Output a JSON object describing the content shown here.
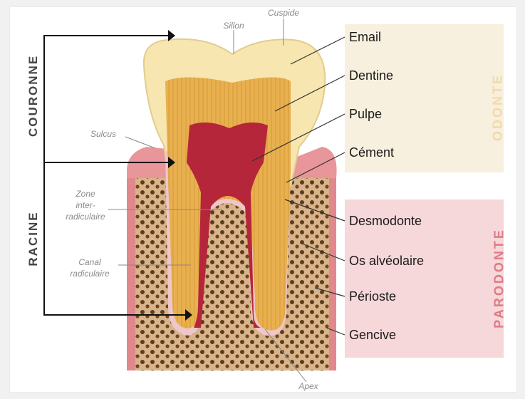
{
  "sections": {
    "couronne": "COURONNE",
    "racine": "RACINE"
  },
  "groups": {
    "odonte": "ODONTE",
    "parodonte": "PARODONTE"
  },
  "labels": {
    "email": "Email",
    "dentine": "Dentine",
    "pulpe": "Pulpe",
    "cement": "Cément",
    "desmodonte": "Desmodonte",
    "os_alveolaire": "Os alvéolaire",
    "perioste": "Périoste",
    "gencive": "Gencive"
  },
  "small_labels": {
    "sillon": "Sillon",
    "cuspide": "Cuspide",
    "sulcus": "Sulcus",
    "zone_line1": "Zone",
    "zone_line2": "inter-",
    "zone_line3": "radiculaire",
    "canal_line1": "Canal",
    "canal_line2": "radiculaire",
    "apex": "Apex"
  },
  "colors": {
    "odonte_box": "#f8f0de",
    "odonte_text": "#f2d9a6",
    "parodonte_box": "#f6d7da",
    "parodonte_text": "#e07a84",
    "enamel": "#f7e7b4",
    "dentin": "#e7b252",
    "pulp": "#b5263a",
    "gum": "#e88f8f",
    "bone": "#8a6a3a"
  }
}
